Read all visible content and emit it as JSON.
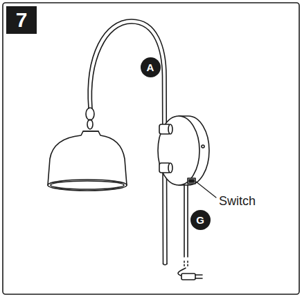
{
  "diagram": {
    "nodes": [
      {
        "text": [
          "7"
        ]
      },
      {
        "text": [
          "A"
        ]
      },
      {
        "text": [
          "G"
        ]
      }
    ],
    "labels": [
      "Switch"
    ]
  }
}
